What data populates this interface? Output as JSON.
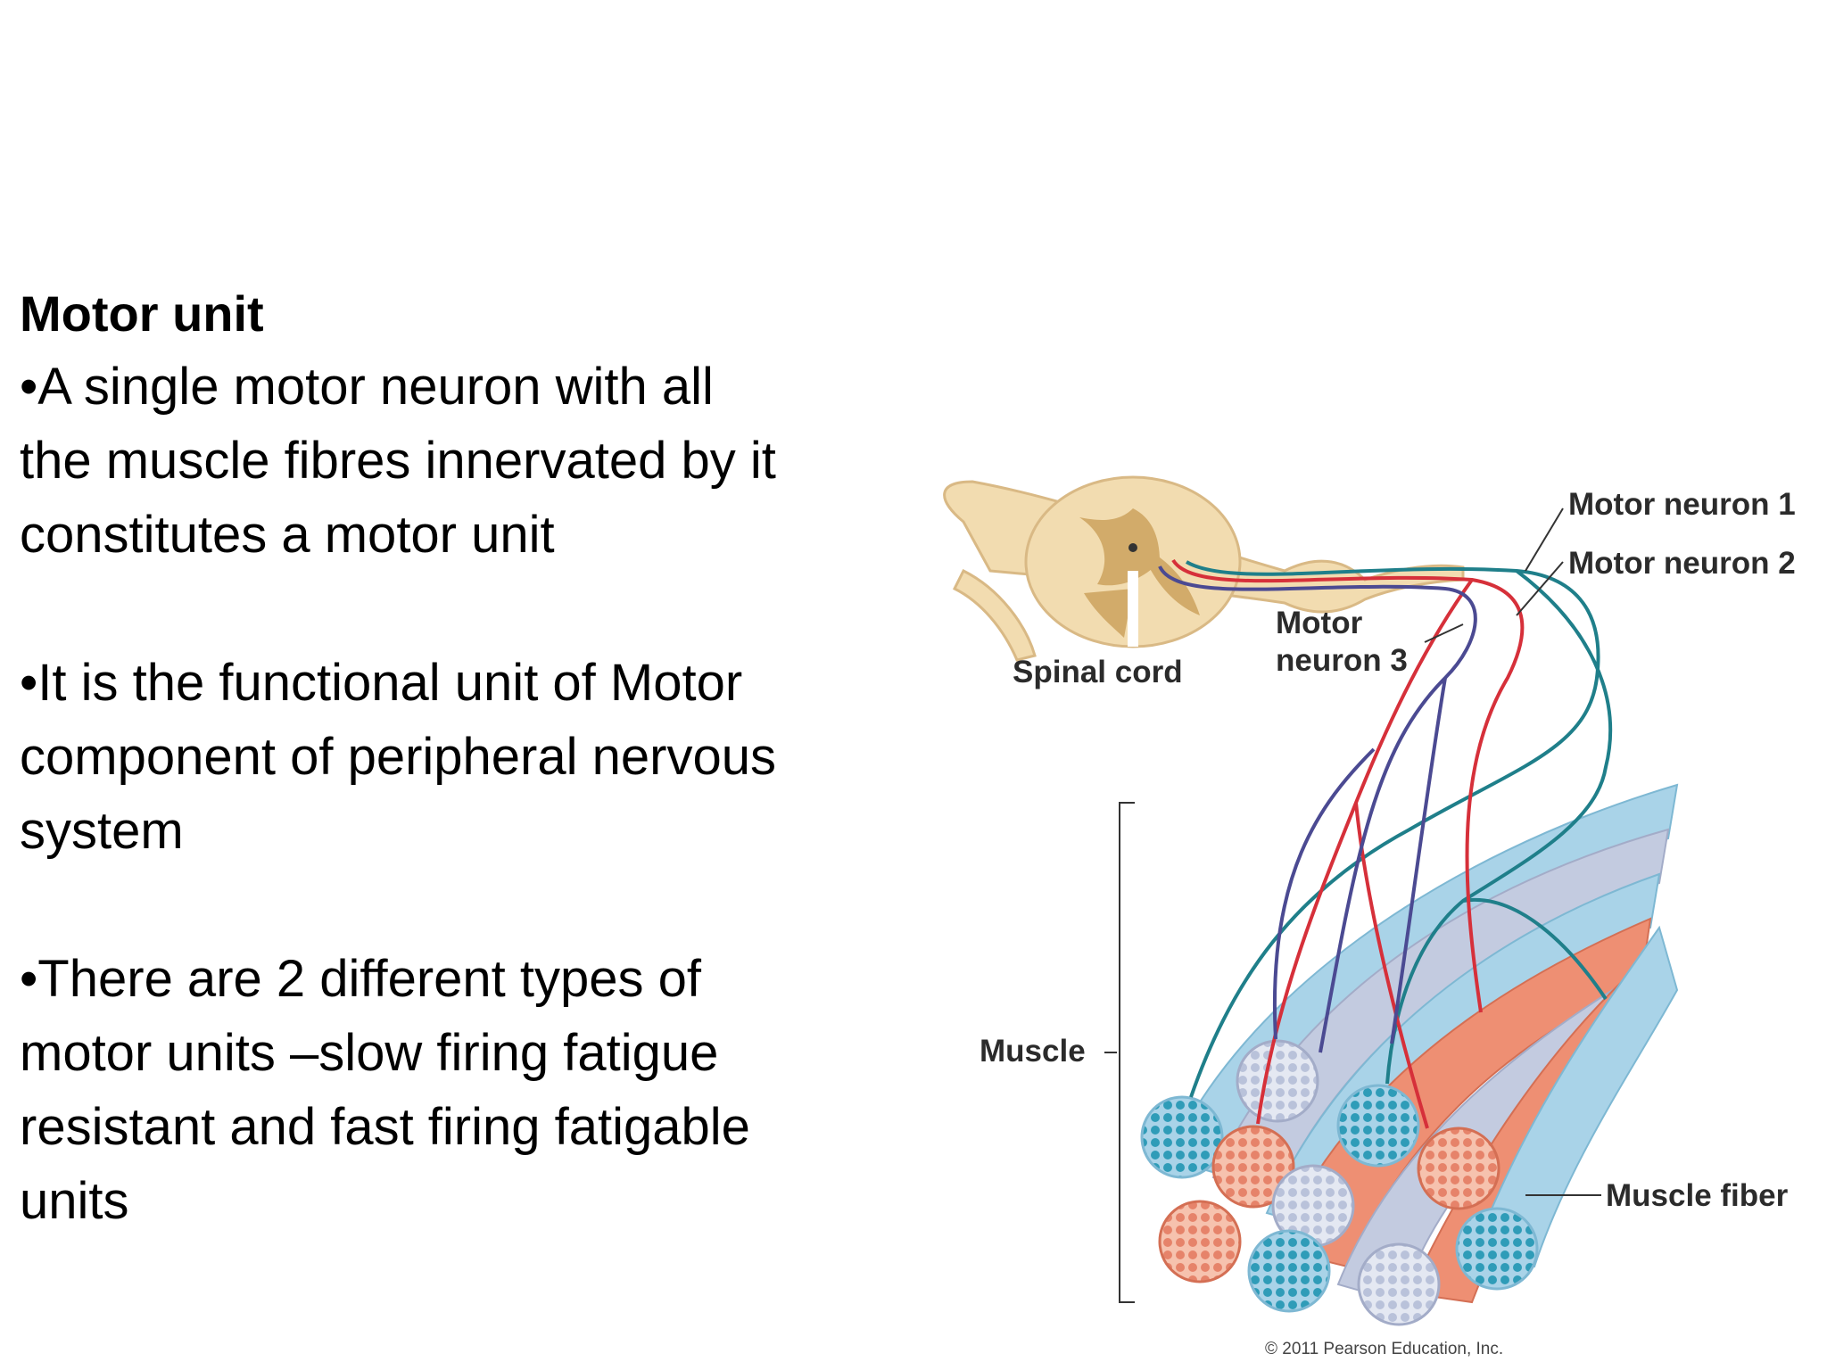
{
  "slide": {
    "heading": "Motor unit",
    "bullets": [
      "•A single motor neuron with all\nthe muscle fibres innervated by it\nconstitutes a motor unit",
      "•It is the functional unit of Motor\ncomponent of peripheral nervous\nsystem",
      "•There are 2 different types of\nmotor units –slow firing fatigue\nresistant and fast firing fatigable\nunits"
    ]
  },
  "diagram": {
    "labels": {
      "motor_neuron_1": "Motor neuron 1",
      "motor_neuron_2": "Motor neuron 2",
      "motor_neuron_3_line1": "Motor",
      "motor_neuron_3_line2": "neuron 3",
      "spinal_cord": "Spinal cord",
      "muscle": "Muscle",
      "muscle_fiber": "Muscle fiber"
    },
    "copyright": "© 2011 Pearson Education, Inc.",
    "colors": {
      "neuron_1": "#1f7f8a",
      "neuron_2": "#d6303a",
      "neuron_3": "#4b4a92",
      "fiber_blue": "#a9d3e8",
      "fiber_salmon": "#ee8f73",
      "fiber_gray": "#c3cbe0",
      "spinal_cord": "#f2dcb0"
    }
  }
}
